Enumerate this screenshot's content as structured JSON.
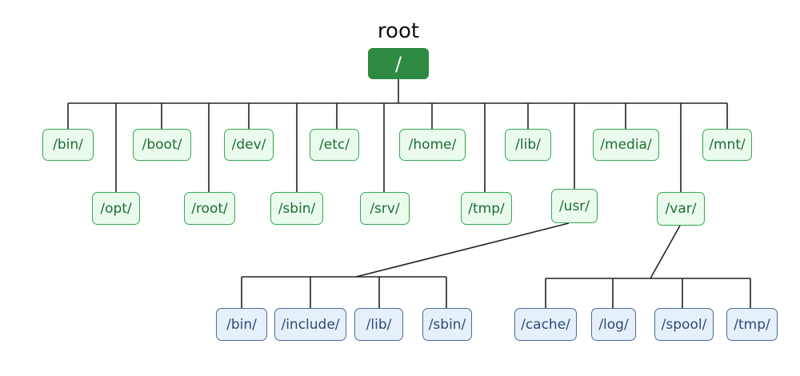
{
  "title": "root",
  "root_label": "/",
  "nodes": [
    {
      "id": "bin",
      "label": "/bin/"
    },
    {
      "id": "opt",
      "label": "/opt/"
    },
    {
      "id": "boot",
      "label": "/boot/"
    },
    {
      "id": "root-dir",
      "label": "/root/"
    },
    {
      "id": "dev",
      "label": "/dev/"
    },
    {
      "id": "sbin",
      "label": "/sbin/"
    },
    {
      "id": "etc",
      "label": "/etc/"
    },
    {
      "id": "srv",
      "label": "/srv/"
    },
    {
      "id": "home",
      "label": "/home/"
    },
    {
      "id": "tmp",
      "label": "/tmp/"
    },
    {
      "id": "lib",
      "label": "/lib/"
    },
    {
      "id": "usr",
      "label": "/usr/"
    },
    {
      "id": "media",
      "label": "/media/"
    },
    {
      "id": "var",
      "label": "/var/"
    },
    {
      "id": "mnt",
      "label": "/mnt/"
    }
  ],
  "usr_children": [
    {
      "id": "usr-bin",
      "label": "/bin/"
    },
    {
      "id": "usr-include",
      "label": "/include/"
    },
    {
      "id": "usr-lib",
      "label": "/lib/"
    },
    {
      "id": "usr-sbin",
      "label": "/sbin/"
    }
  ],
  "var_children": [
    {
      "id": "var-cache",
      "label": "/cache/"
    },
    {
      "id": "var-log",
      "label": "/log/"
    },
    {
      "id": "var-spool",
      "label": "/spool/"
    },
    {
      "id": "var-tmp",
      "label": "/tmp/"
    }
  ],
  "colors": {
    "root_fill": "#2e8a41",
    "green_border": "#34a852",
    "green_fill": "#eafbee",
    "blue_border": "#4b6a9b",
    "blue_fill": "#e6f0fb",
    "line": "#222222"
  }
}
